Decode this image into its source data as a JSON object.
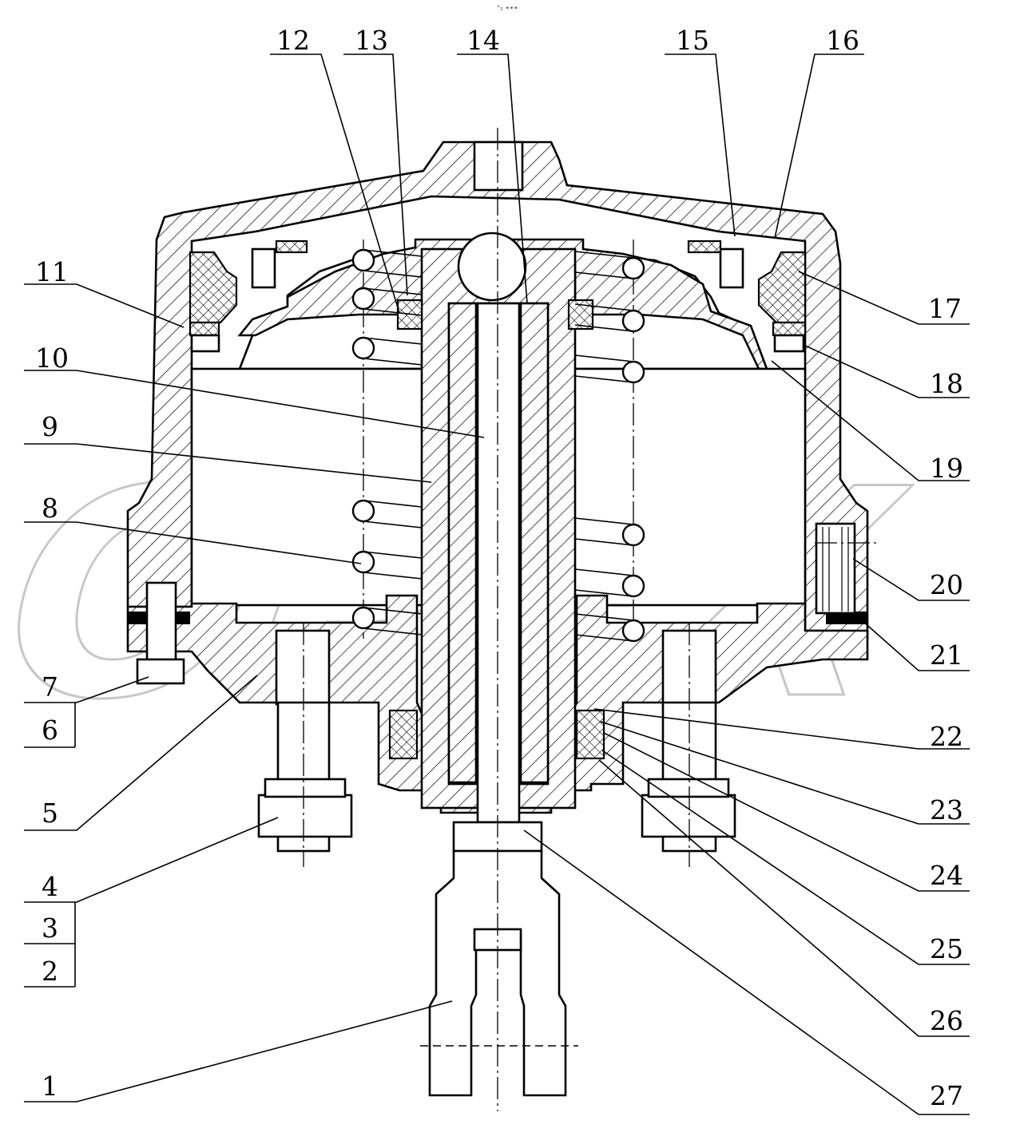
{
  "header": {
    "small_text": "\"₂ •••"
  },
  "watermark": {
    "text": "OPEX"
  },
  "callouts": {
    "left": [
      "11",
      "10",
      "9",
      "8",
      "7",
      "6",
      "5",
      "4",
      "3",
      "2",
      "1"
    ],
    "right": [
      "17",
      "18",
      "19",
      "20",
      "21",
      "22",
      "23",
      "24",
      "25",
      "26",
      "27"
    ],
    "top": [
      "12",
      "13",
      "14",
      "15",
      "16"
    ]
  }
}
